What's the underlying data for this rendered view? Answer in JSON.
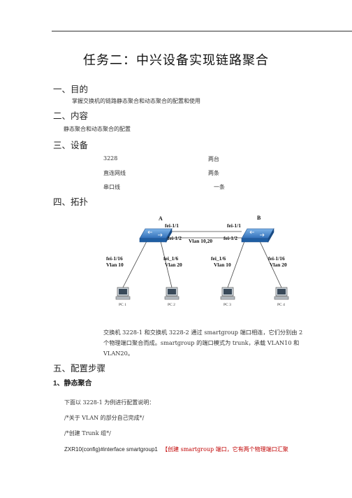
{
  "title": "任务二：中兴设备实现链路聚合",
  "sections": {
    "purpose": {
      "heading": "一、目的",
      "text": "掌握交换机的链路静态聚合和动态聚合的配置和使用"
    },
    "content": {
      "heading": "二、内容",
      "text": "静态聚合和动态聚合的配置"
    },
    "equipment": {
      "heading": "三、设备",
      "items": [
        {
          "name": "3228",
          "qty": "两台"
        },
        {
          "name": "直连网线",
          "qty": "两条"
        },
        {
          "name": "串口线",
          "qty": "一条"
        }
      ]
    },
    "topology": {
      "heading": "四、拓扑"
    },
    "steps": {
      "heading": "五、配置步骤",
      "sub1": "1、静态聚合"
    }
  },
  "diagram": {
    "switch_a_label": "A",
    "switch_b_label": "B",
    "a_port1": "fei-1/1",
    "a_port2": "fei-1/2",
    "b_port1": "fei-1/1",
    "b_port2": "fei-1/2",
    "trunk_vlan": "Vlan 10,20",
    "a_left_port": "fei-1/16",
    "a_left_vlan": "Vlan 10",
    "a_right_port": "fei_1/6",
    "a_right_vlan": "Vlan 20",
    "b_left_port": "fei_1/6",
    "b_left_vlan": "Vlan 10",
    "b_right_port": "fei-1/16",
    "b_right_vlan": "Vlan 20",
    "pcs": [
      "PC 1",
      "PC 2",
      "PC 3",
      "PC 4"
    ]
  },
  "description": {
    "line1": "交换机 3228-1 和交换机 3228-2 通过 smartgroup 端口相连，它们分别由 2",
    "line2": "个物理端口聚合而成。smartgroup 的端口模式为 trunk，承载 VLAN10 和",
    "line3": "VLAN20。"
  },
  "config": {
    "intro": "下面以 3228-1 为例进行配置说明：",
    "comment1": "/*关于 VLAN 的部分自己完成*/",
    "comment2": "/*创建 Trunk 组*/",
    "cmd": "ZXR10(config)#interface  smartgroup1",
    "cmd_note": "【创建 smartgroup 端口，它有两个物理端口汇聚"
  }
}
